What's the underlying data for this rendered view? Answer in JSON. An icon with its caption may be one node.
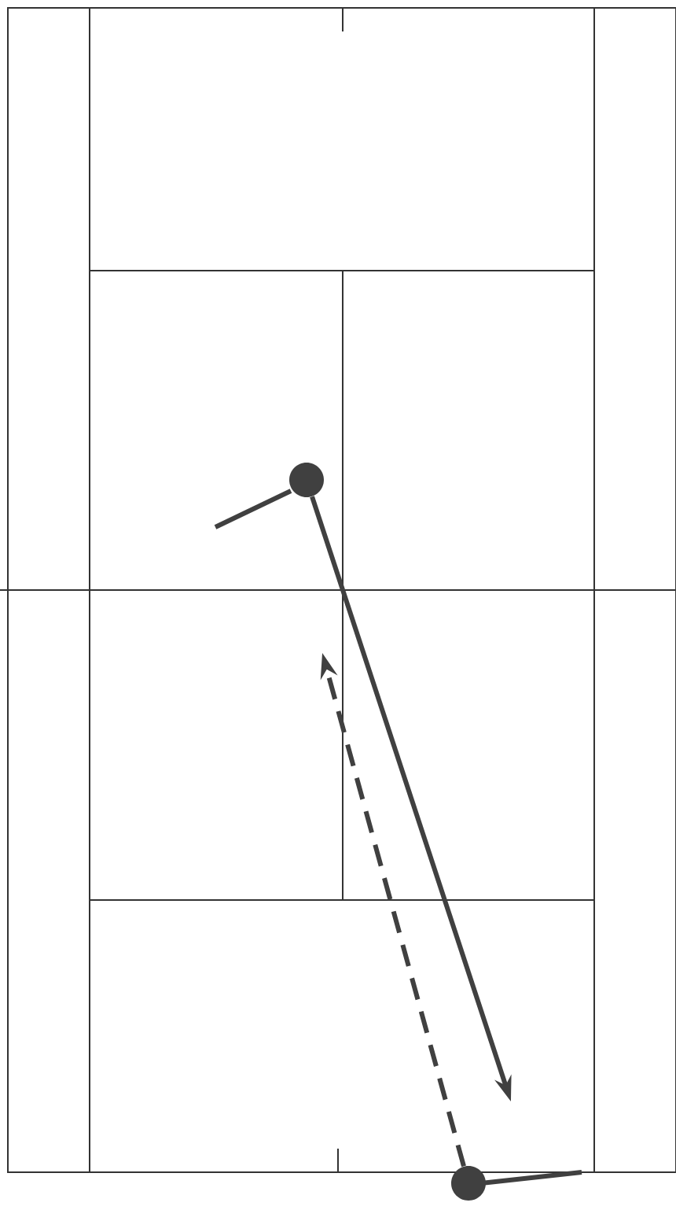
{
  "diagram": {
    "nodes": [
      {
        "text": [],
        "shape": "circle"
      },
      {
        "text": [],
        "shape": "circle"
      }
    ],
    "edges": [
      {
        "from": 0,
        "to": null,
        "arrow": "to"
      },
      {
        "from": 1,
        "to": null,
        "arrow": "to",
        "style": "dashed"
      }
    ]
  }
}
